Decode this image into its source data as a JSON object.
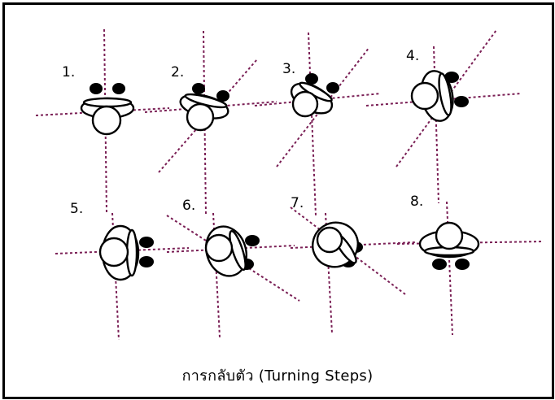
{
  "figure": {
    "caption": "การกลับตัว (Turning Steps)"
  },
  "steps": [
    {
      "number": "1."
    },
    {
      "number": "2."
    },
    {
      "number": "3."
    },
    {
      "number": "4."
    },
    {
      "number": "5."
    },
    {
      "number": "6."
    },
    {
      "number": "7."
    },
    {
      "number": "8."
    }
  ],
  "colors": {
    "guide_line": "#7a1f55",
    "outline": "#000000",
    "background": "#ffffff"
  }
}
